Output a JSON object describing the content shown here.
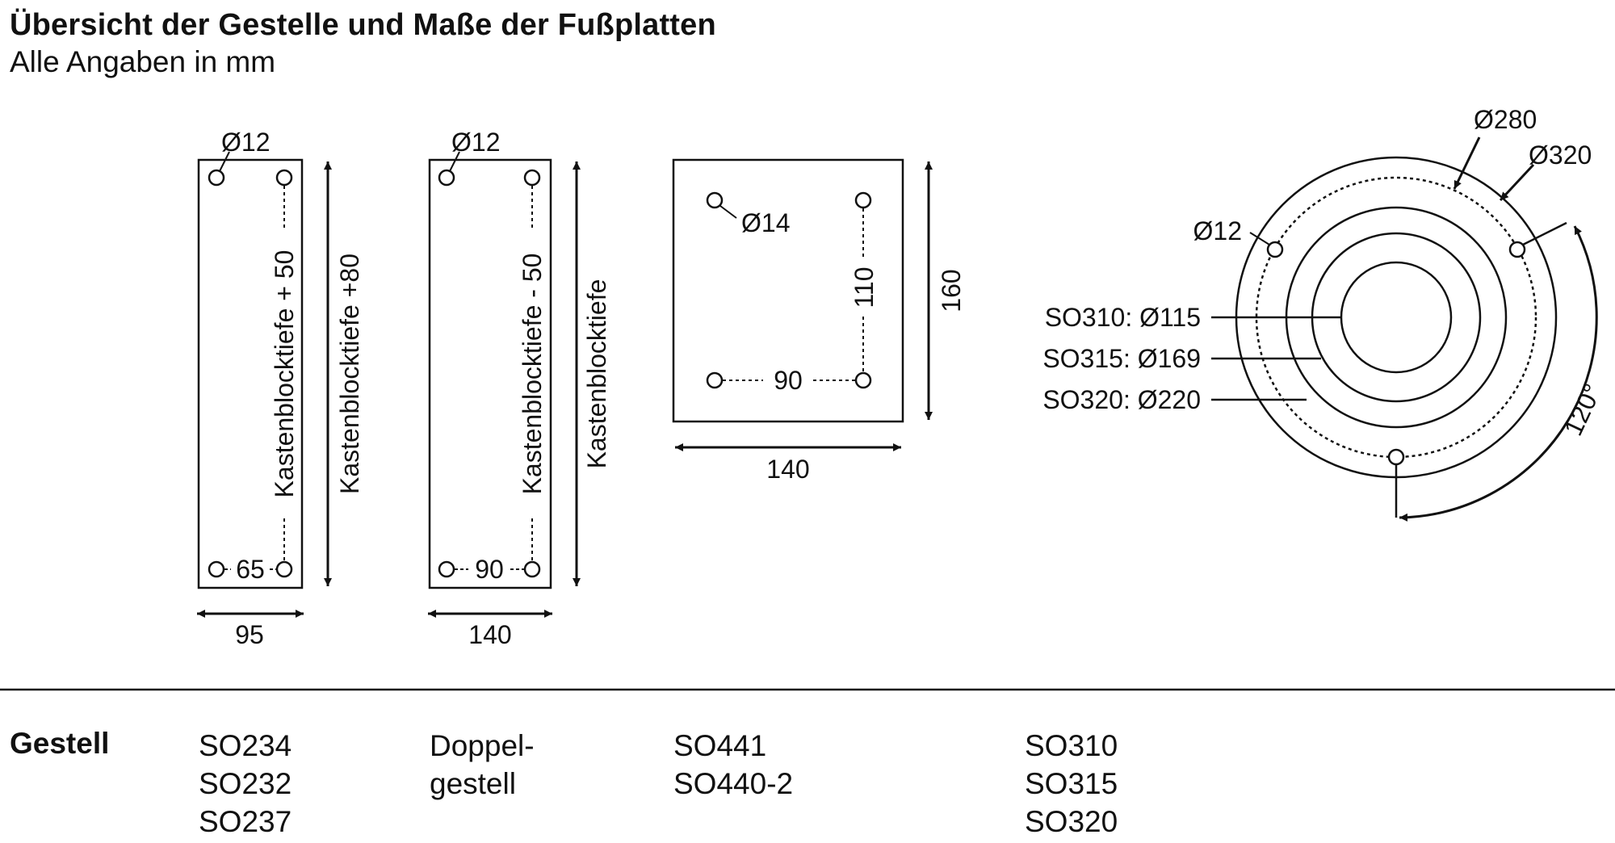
{
  "header": {
    "title": "Übersicht der Gestelle und Maße der Fußplatten",
    "subtitle": "Alle Angaben in mm"
  },
  "plate1": {
    "hole": "Ø12",
    "inner": "Kastenblocktiefe + 50",
    "outer": "Kastenblocktiefe +80",
    "spacing": "65",
    "width": "95"
  },
  "plate2": {
    "hole": "Ø12",
    "inner": "Kastenblocktiefe - 50",
    "outer": "Kastenblocktiefe",
    "spacing": "90",
    "width": "140"
  },
  "plate3": {
    "hole": "Ø14",
    "vertical": "110",
    "horizontal": "90",
    "height": "160",
    "width": "140"
  },
  "plate4": {
    "hole": "Ø12",
    "pitch": "Ø280",
    "outer": "Ø320",
    "ring1": "SO310: Ø115",
    "ring2": "SO315: Ø169",
    "ring3": "SO320: Ø220",
    "angle": "120°"
  },
  "table": {
    "label": "Gestell",
    "columns": [
      [
        "SO234",
        "SO232",
        "SO237"
      ],
      [
        "Doppel-",
        "gestell"
      ],
      [
        "SO441",
        "SO440-2"
      ],
      [
        "SO310",
        "SO315",
        "SO320"
      ]
    ]
  }
}
